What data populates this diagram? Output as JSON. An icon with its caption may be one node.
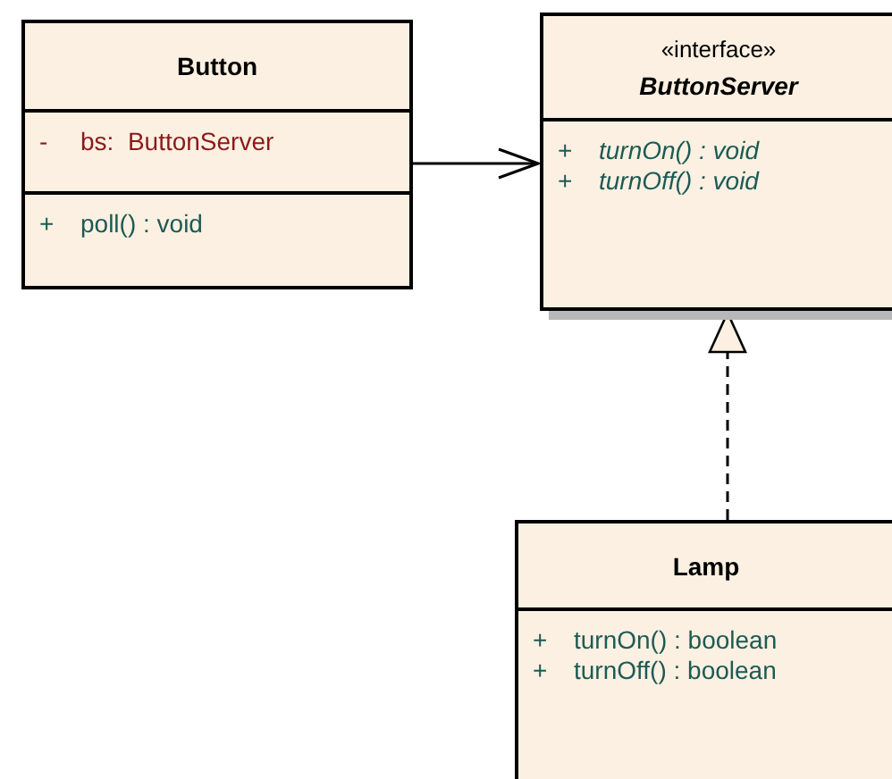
{
  "diagram": {
    "nodes": [
      {
        "text": [
          "Button",
          "-",
          "bs:  ButtonServer",
          "+",
          "poll() : void"
        ]
      },
      {
        "text": [
          "«interface»",
          "ButtonServer",
          "+",
          "turnOn() : void",
          "+",
          "turnOff() : void"
        ]
      },
      {
        "text": [
          "Lamp",
          "+",
          "turnOn() : boolean",
          "+",
          "turnOff() : boolean"
        ]
      }
    ],
    "edges": [
      {
        "from": 0,
        "to": 1,
        "arrow": "to"
      },
      {
        "from": 2,
        "to": 1,
        "arrow": "to",
        "style": "dashed"
      }
    ]
  }
}
